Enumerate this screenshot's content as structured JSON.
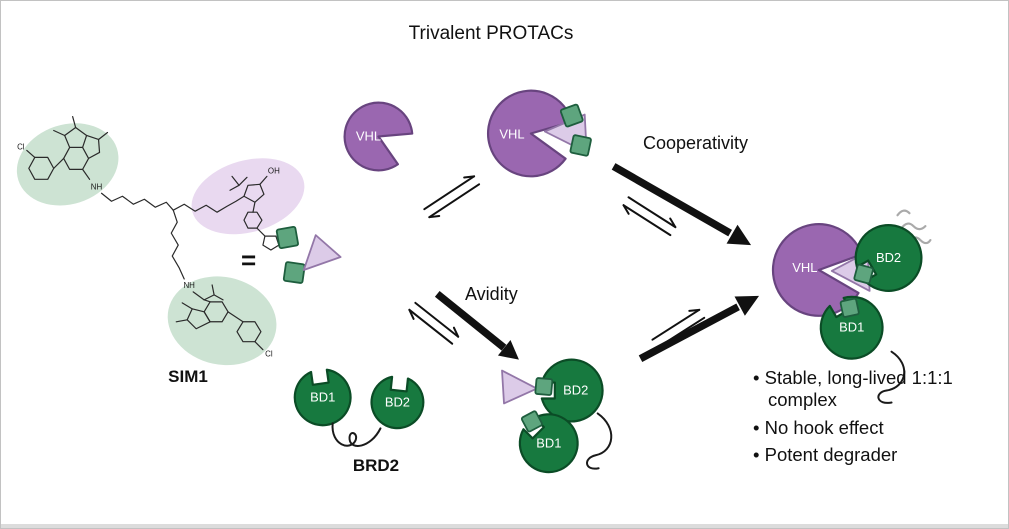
{
  "title": "Trivalent PROTACs",
  "molecule": {
    "name": "SIM1",
    "atoms": {
      "cl_top": "Cl",
      "cl_bottom": "Cl",
      "nh_top": "NH",
      "nh_bottom": "NH",
      "oh": "OH"
    }
  },
  "proteins": {
    "vhl": "VHL",
    "bd1": "BD1",
    "bd2": "BD2",
    "brd2": "BRD2"
  },
  "equals_sign": "=",
  "pathways": {
    "avidity": "Avidity",
    "cooperativity": "Cooperativity"
  },
  "bullets": [
    "Stable, long-lived 1:1:1 complex",
    "No hook effect",
    "Potent degrader"
  ],
  "colors": {
    "green": "#17793f",
    "green-dark": "#0b4c26",
    "sq-green": "#5ea57e",
    "sq-green-dark": "#1e5e3e",
    "purple": "#9a67b0",
    "purple-dark": "#68447f",
    "lilac": "#dccbe8",
    "lilac-dark": "#9377a8",
    "hl-green": "#cde3d3",
    "hl-purple": "#e9d9f0",
    "gray-mark": "#aaaaaa",
    "ink": "#111111"
  }
}
